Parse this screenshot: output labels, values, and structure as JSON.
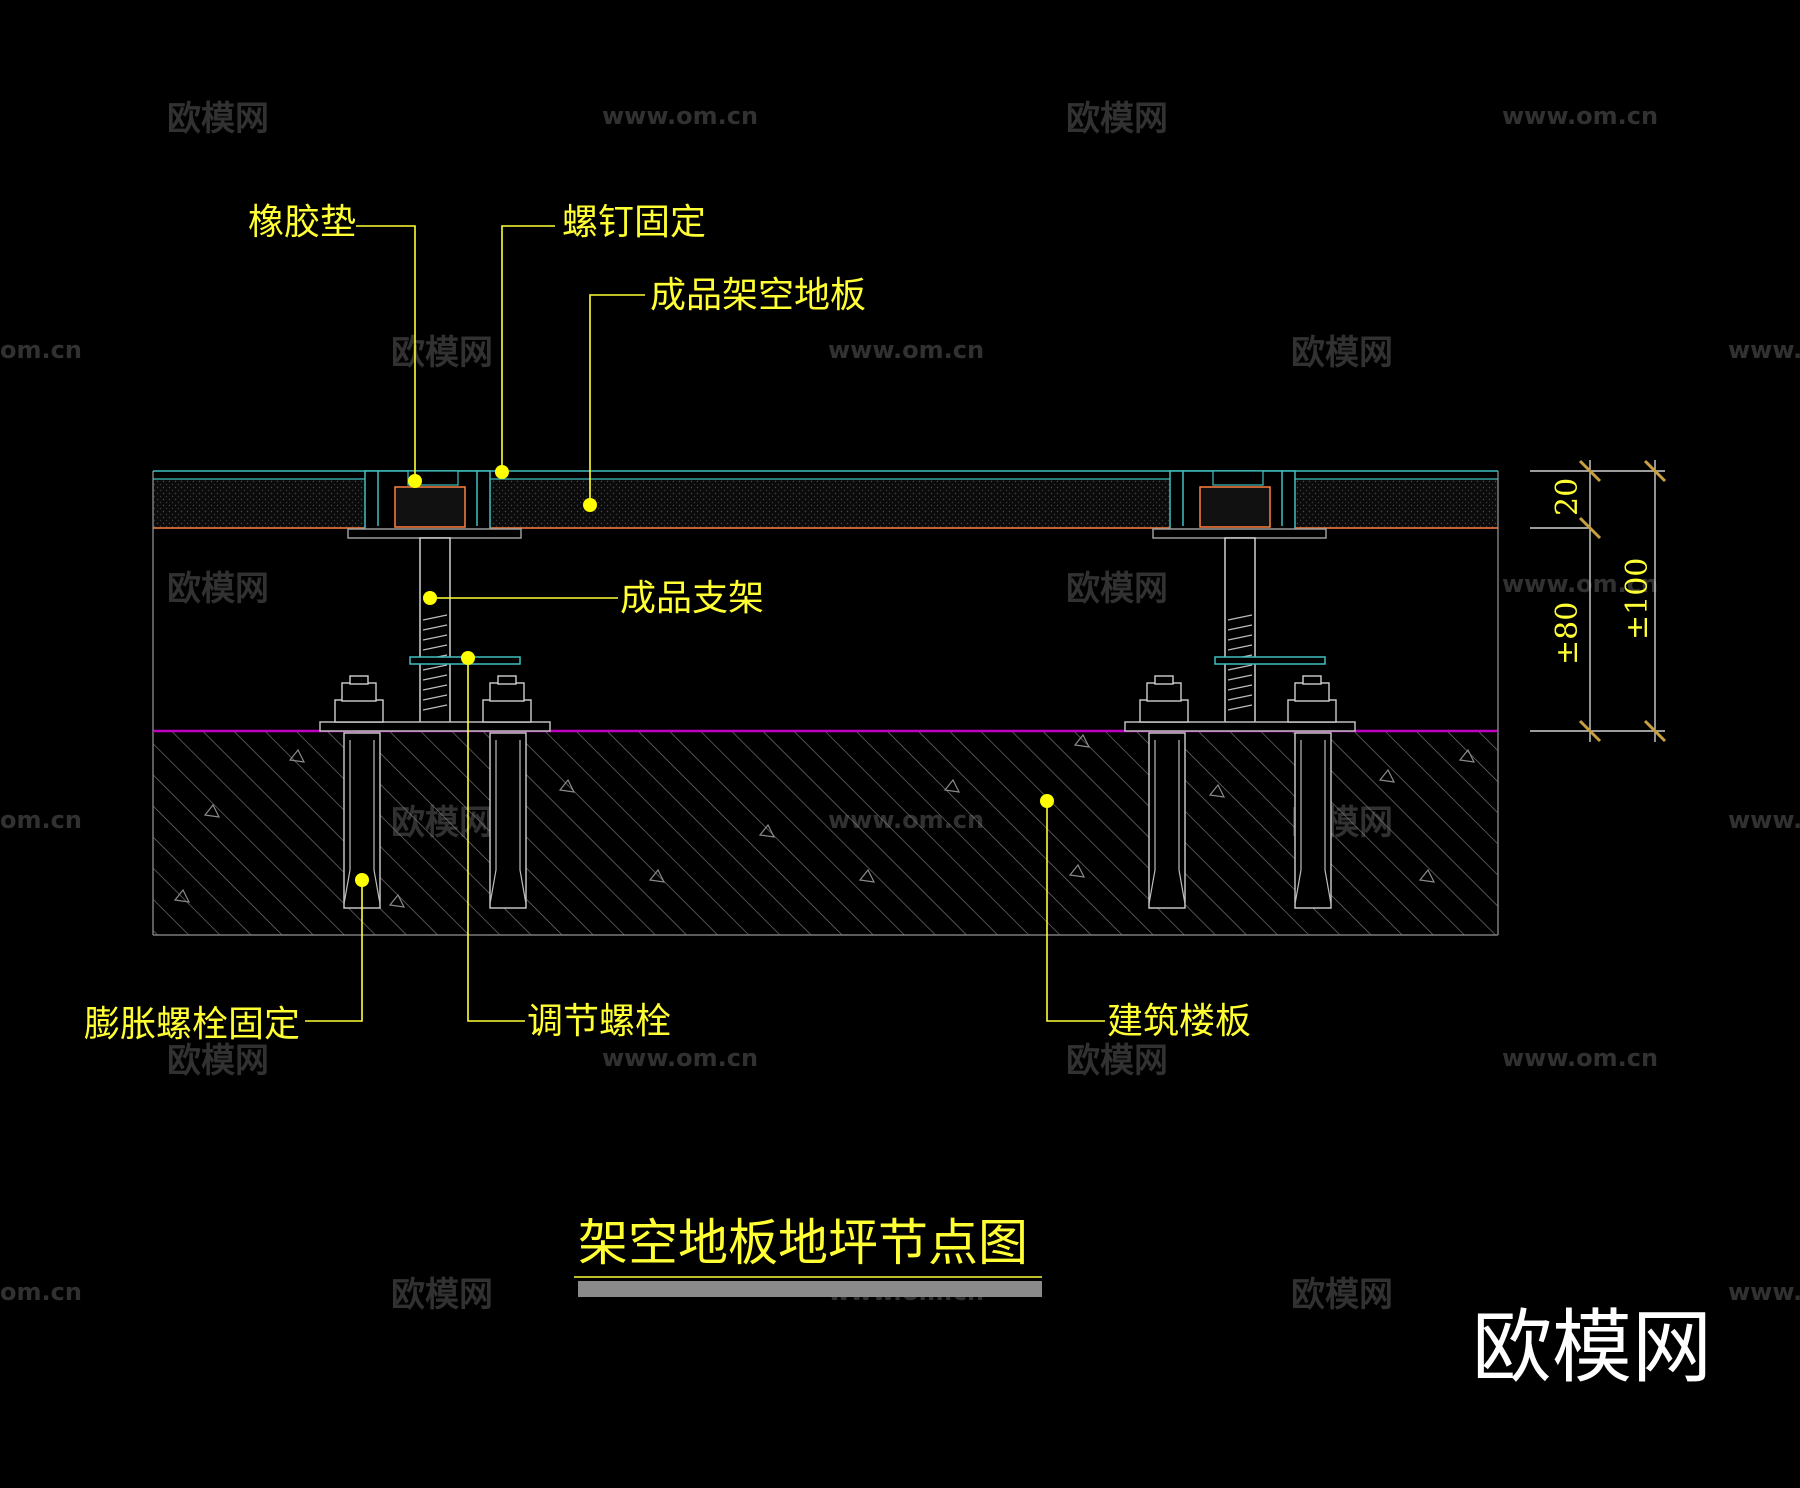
{
  "labels": {
    "rubber_pad": "橡胶垫",
    "screw_fix": "螺钉固定",
    "raised_floor_panel": "成品架空地板",
    "support_stand": "成品支架",
    "adjust_bolt": "调节螺栓",
    "expansion_bolt": "膨胀螺栓固定",
    "building_slab": "建筑楼板"
  },
  "dimensions": {
    "panel_thickness": "20",
    "support_height": "±80",
    "total_height": "±100"
  },
  "title": "架空地板地坪节点图",
  "brand": "欧模网",
  "watermarks": {
    "logo_text": "欧模网",
    "url_text": "www.om.cn",
    "url_cut_left": "om.cn",
    "url_cut_right": "www."
  },
  "colors": {
    "background": "#000000",
    "label": "#ffff33",
    "panel_outline": "#40c0c0",
    "panel_bottom": "#ff8040",
    "slab_line": "#c000c0",
    "hatch": "#808080",
    "watermark": "#5a5a5a"
  }
}
